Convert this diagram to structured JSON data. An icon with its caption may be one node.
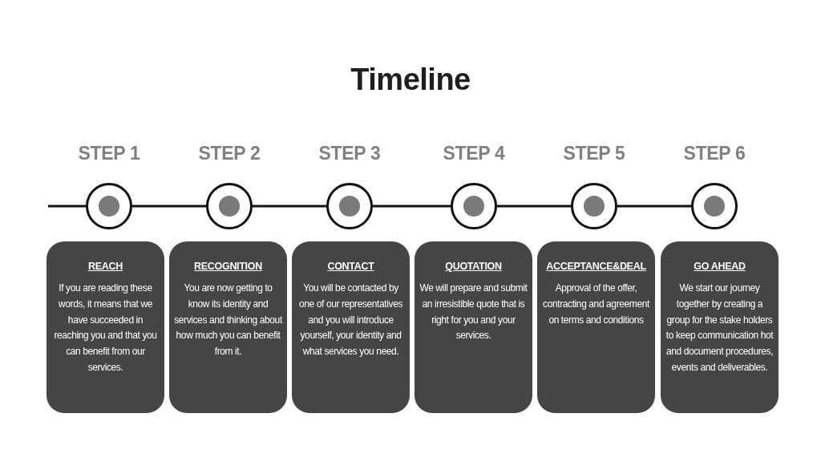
{
  "diagram": {
    "title": "Timeline",
    "nodes": [
      {
        "text": [],
        "shape": "circle",
        "beside": [
          "STEP 1"
        ]
      },
      {
        "text": [],
        "shape": "circle",
        "beside": [
          "STEP 2"
        ]
      },
      {
        "text": [],
        "shape": "circle",
        "beside": [
          "STEP 3"
        ]
      },
      {
        "text": [],
        "shape": "circle",
        "beside": [
          "STEP 4"
        ]
      },
      {
        "text": [],
        "shape": "circle",
        "beside": [
          "STEP 5"
        ]
      },
      {
        "text": [],
        "shape": "circle",
        "beside": [
          "STEP 6"
        ]
      },
      {
        "text": [
          "REACH",
          "If you are reading these words, it means that we have succeeded in reaching you and that you can benefit from our services."
        ]
      },
      {
        "text": [
          "RECOGNITION",
          "You are now getting to know its identity and services and thinking about how much you can benefit from it."
        ]
      },
      {
        "text": [
          "CONTACT",
          "You will be contacted by one of our representatives and you will introduce yourself, your identity and what services you need."
        ]
      },
      {
        "text": [
          "QUOTATION",
          "We will prepare and submit an irresistible quote that is right for you and your services."
        ]
      },
      {
        "text": [
          "ACCEPTANCE&DEAL",
          "Approval of the offer, contracting and agreement on terms and conditions"
        ]
      },
      {
        "text": [
          "GO AHEAD",
          "We start our journey together by creating a group for the stake holders to keep communication hot and document procedures, events and deliverables."
        ]
      }
    ],
    "edges": [
      {
        "from": null,
        "to": 0,
        "arrow": "none"
      },
      {
        "from": 0,
        "to": 1,
        "arrow": "none"
      },
      {
        "from": 1,
        "to": 2,
        "arrow": "none"
      },
      {
        "from": 2,
        "to": 3,
        "arrow": "none"
      },
      {
        "from": 3,
        "to": 4,
        "arrow": "none"
      },
      {
        "from": 4,
        "to": 5,
        "arrow": "none"
      }
    ]
  }
}
